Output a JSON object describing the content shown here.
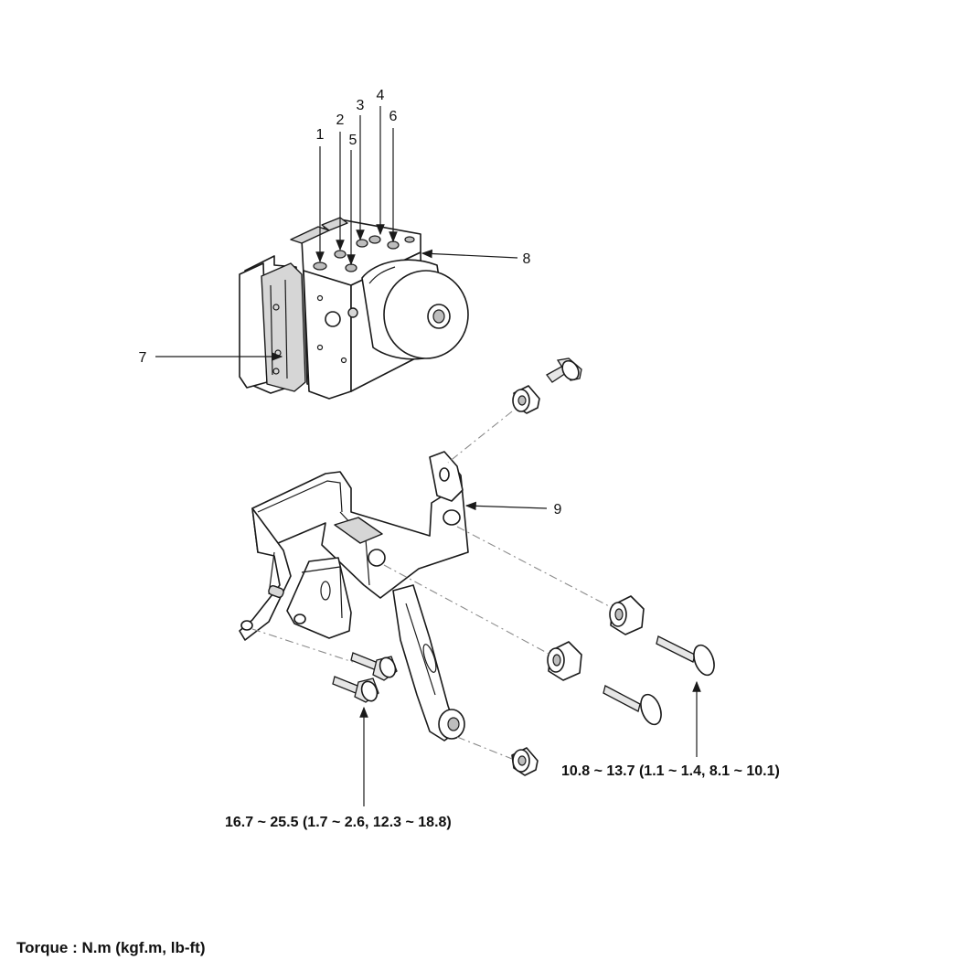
{
  "callouts": {
    "c1": "1",
    "c2": "2",
    "c3": "3",
    "c4": "4",
    "c5": "5",
    "c6": "6",
    "c7": "7",
    "c8": "8",
    "c9": "9"
  },
  "torque": {
    "spec_bracket_bolt": "10.8 ~ 13.7 (1.1 ~ 1.4, 8.1 ~ 10.1)",
    "spec_mount_bolt": "16.7 ~ 25.5 (1.7 ~ 2.6, 12.3 ~ 18.8)",
    "units_note": "Torque : N.m (kgf.m, lb-ft)"
  }
}
